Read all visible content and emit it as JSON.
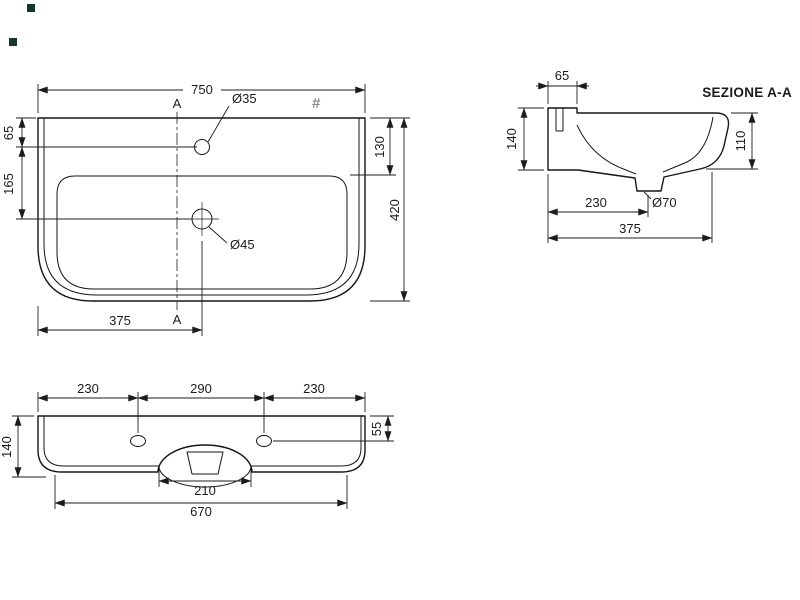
{
  "page": {
    "background": "#ffffff",
    "line_color": "#1c1c1c",
    "accent_mark_color": "#16382a",
    "hash_mark": "#"
  },
  "plan_view": {
    "width": "750",
    "depth": "420",
    "rim_to_tap": "65",
    "tap_to_drain": "165",
    "rim_to_bowl": "130",
    "edge_to_drain": "375",
    "tap_hole": "Ø35",
    "drain_hole": "Ø45",
    "section_letter": "A"
  },
  "section_view": {
    "title": "SEZIONE A-A",
    "wall_thickness": "65",
    "height": "140",
    "front_height": "110",
    "wall_to_drain": "230",
    "drain_hole": "Ø70",
    "depth": "375"
  },
  "front_view": {
    "left_span": "230",
    "center_span": "290",
    "right_span": "230",
    "height": "140",
    "hole_drop": "55",
    "arch_width": "210",
    "base_width": "670"
  }
}
